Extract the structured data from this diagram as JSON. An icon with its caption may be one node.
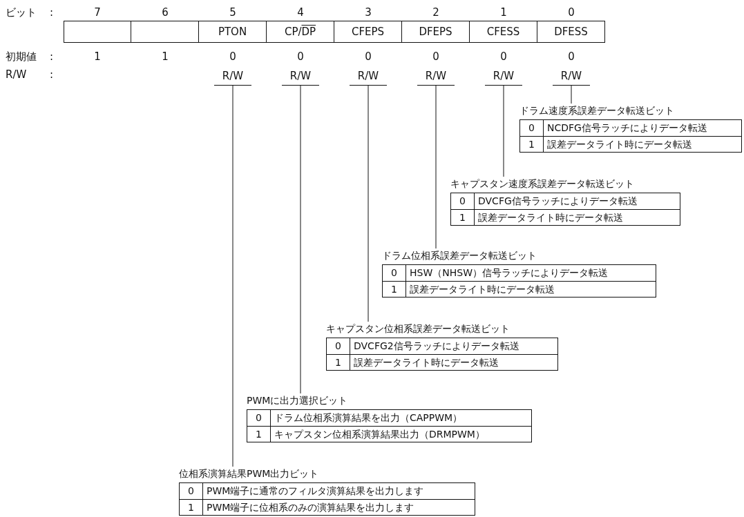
{
  "diagram": {
    "nodes": [
      {
        "text": [],
        "shape": "box"
      },
      {
        "text": [],
        "shape": "box"
      },
      {
        "text": [
          "PTON"
        ]
      },
      {
        "text": [
          "CP/DP"
        ]
      },
      {
        "text": [
          "CFEPS"
        ]
      },
      {
        "text": [
          "DFEPS"
        ]
      },
      {
        "text": [
          "CFESS"
        ]
      },
      {
        "text": [
          "DFESS"
        ]
      },
      {
        "text": [
          "R/W"
        ]
      },
      {
        "text": [
          "R/W"
        ]
      },
      {
        "text": [
          "R/W"
        ]
      },
      {
        "text": [
          "R/W"
        ]
      },
      {
        "text": [
          "R/W"
        ]
      },
      {
        "text": [
          "R/W"
        ]
      },
      {
        "text": [
          "ドラム速度系誤差データ転送ビット",
          "0",
          "NCDFG信号ラッチによりデータ転送",
          "1",
          "誤差データライト時にデータ転送"
        ]
      },
      {
        "text": [
          "キャプスタン速度系誤差データ転送ビット",
          "0",
          "DVCFG信号ラッチによりデータ転送",
          "1",
          "誤差データライト時にデータ転送"
        ]
      },
      {
        "text": [
          "ドラム位相系誤差データ転送ビット",
          "0",
          "HSW（NHSW）信号ラッチによりデータ転送",
          "1",
          "誤差データライト時にデータ転送"
        ]
      },
      {
        "text": [
          "キャプスタン位相系誤差データ転送ビット",
          "0",
          "DVCFG2信号ラッチによりデータ転送",
          "1",
          "誤差データライト時にデータ転送"
        ]
      },
      {
        "text": [
          "PWMに出力選択ビット",
          "0",
          "ドラム位相系演算結果を出力（CAPPWM）",
          "1",
          "キャプスタン位相系演算結果出力（DRMPWM）"
        ]
      },
      {
        "text": [
          "位相系演算結果PWM出力ビット",
          "0",
          "PWM端子に通常のフィルタ演算結果を出力します",
          "1",
          "PWM端子に位相系のみの演算結果を出力します"
        ]
      }
    ],
    "edges": [
      {
        "from": 13,
        "to": 14,
        "arrow": "none"
      },
      {
        "from": 12,
        "to": 15,
        "arrow": "none"
      },
      {
        "from": 11,
        "to": 16,
        "arrow": "none"
      },
      {
        "from": 10,
        "to": 17,
        "arrow": "none"
      },
      {
        "from": 9,
        "to": 18,
        "arrow": "none"
      },
      {
        "from": 8,
        "to": 19,
        "arrow": "none"
      }
    ],
    "labels": [
      "ビット",
      ":",
      "7",
      "6",
      "5",
      "4",
      "3",
      "2",
      "1",
      "0",
      "初期値",
      ":",
      "1",
      "1",
      "0",
      "0",
      "0",
      "0",
      "0",
      "0",
      "R/W",
      ":"
    ]
  }
}
